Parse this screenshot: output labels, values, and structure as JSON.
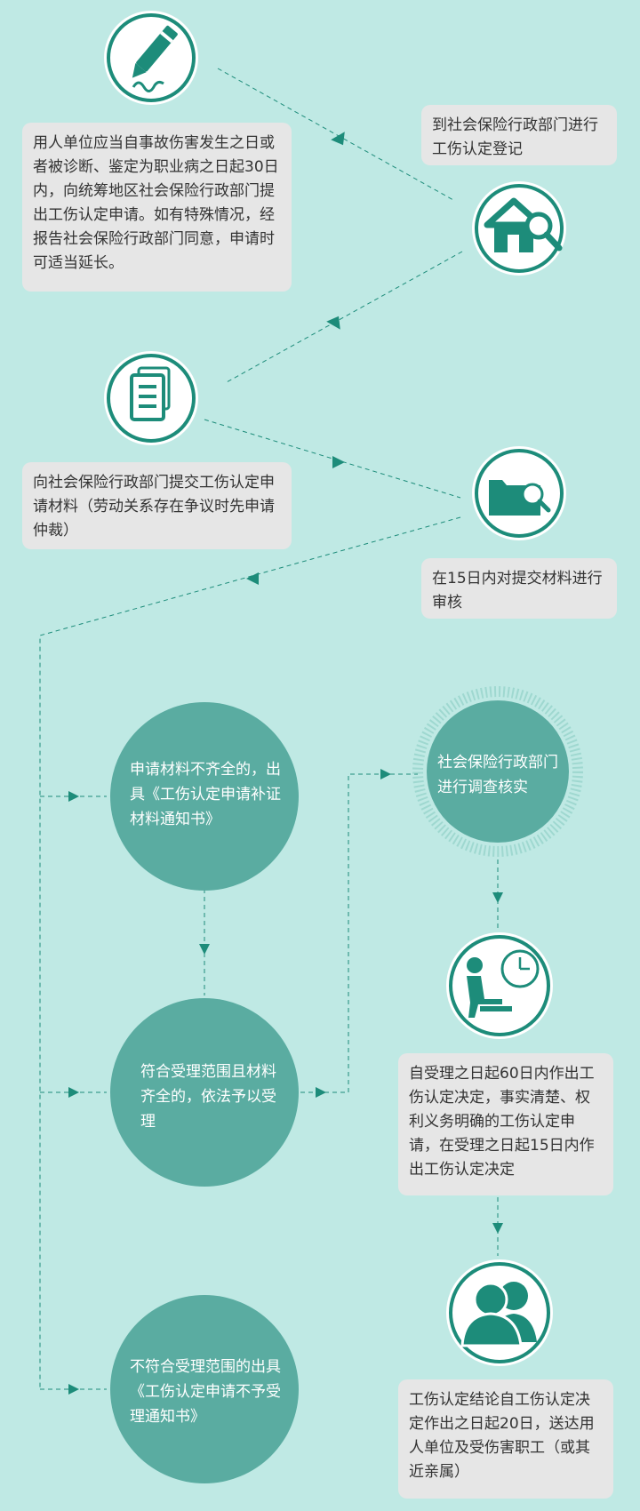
{
  "steps": {
    "apply_note": "用人单位应当自事故伤害发生之日或者被诊断、鉴定为职业病之日起30日内，向统筹地区社会保险行政部门提出工伤认定申请。如有特殊情况，经报告社会保险行政部门同意，申请时可适当延长。",
    "register_note": "到社会保险行政部门进行工伤认定登记",
    "submit_note": "向社会保险行政部门提交工伤认定申请材料（劳动关系存在争议时先申请仲裁）",
    "review_note": "在15日内对提交材料进行审核"
  },
  "outcomes": {
    "incomplete": "申请材料不齐全的，出具《工伤认定申请补证材料通知书》",
    "accepted": "符合受理范围且材料齐全的，依法予以受理",
    "rejected": "不符合受理范围的出具《工伤认定申请不予受理通知书》",
    "investigate": "社会保险行政部门进行调查核实"
  },
  "decision": {
    "decide_note": "自受理之日起60日内作出工伤认定决定，事实清楚、权利义务明确的工伤认定申请，在受理之日起15日内作出工伤认定决定",
    "deliver_note": "工伤认定结论自工伤认定决定作出之日起20日，送达用人单位及受伤害职工（或其近亲属）"
  },
  "icons": [
    "pen-icon",
    "house-search-icon",
    "document-icon",
    "folder-search-icon",
    "person-clock-icon",
    "people-icon"
  ],
  "colors": {
    "background": "#bfe9e4",
    "teal": "#1d8c7a",
    "circle": "#5aaca1",
    "note_box": "#e6e6e6"
  }
}
